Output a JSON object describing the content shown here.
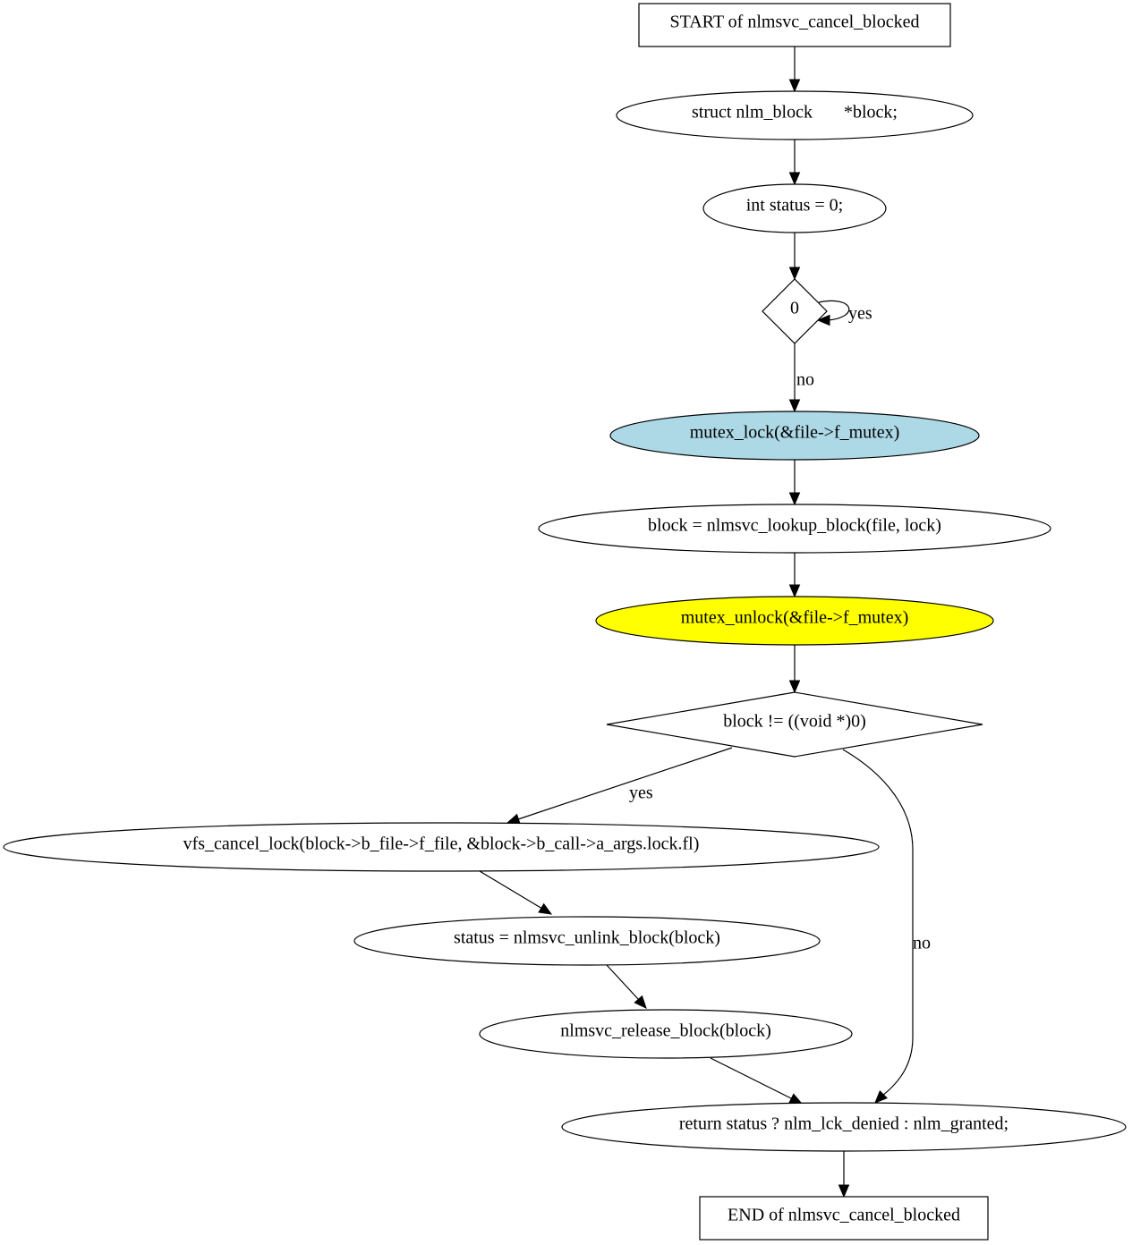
{
  "colors": {
    "stroke": "#000000",
    "default_fill": "#ffffff",
    "lock_fill": "#add8e6",
    "unlock_fill": "#ffff00"
  },
  "nodes": {
    "start": {
      "label": "START of nlmsvc_cancel_blocked",
      "shape": "box"
    },
    "decl_block": {
      "label": "struct nlm_block       *block;",
      "shape": "ellipse"
    },
    "decl_status": {
      "label": "int status = 0;",
      "shape": "ellipse"
    },
    "loop_cond": {
      "label": "0",
      "shape": "diamond"
    },
    "mutex_lock": {
      "label": "mutex_lock(&file->f_mutex)",
      "shape": "ellipse",
      "fill": "lock_fill"
    },
    "lookup": {
      "label": "block = nlmsvc_lookup_block(file, lock)",
      "shape": "ellipse"
    },
    "mutex_unlock": {
      "label": "mutex_unlock(&file->f_mutex)",
      "shape": "ellipse",
      "fill": "unlock_fill"
    },
    "block_check": {
      "label": "block != ((void *)0)",
      "shape": "diamond"
    },
    "cancel_lock": {
      "label": "vfs_cancel_lock(block->b_file->f_file, &block->b_call->a_args.lock.fl)",
      "shape": "ellipse"
    },
    "unlink": {
      "label": "status = nlmsvc_unlink_block(block)",
      "shape": "ellipse"
    },
    "release": {
      "label": "nlmsvc_release_block(block)",
      "shape": "ellipse"
    },
    "return_stmt": {
      "label": "return status ? nlm_lck_denied : nlm_granted;",
      "shape": "ellipse"
    },
    "end": {
      "label": "END of nlmsvc_cancel_blocked",
      "shape": "box"
    }
  },
  "edges": [
    {
      "from": "start",
      "to": "decl_block",
      "label": ""
    },
    {
      "from": "decl_block",
      "to": "decl_status",
      "label": ""
    },
    {
      "from": "decl_status",
      "to": "loop_cond",
      "label": ""
    },
    {
      "from": "loop_cond",
      "to": "loop_cond",
      "label": "yes"
    },
    {
      "from": "loop_cond",
      "to": "mutex_lock",
      "label": "no"
    },
    {
      "from": "mutex_lock",
      "to": "lookup",
      "label": ""
    },
    {
      "from": "lookup",
      "to": "mutex_unlock",
      "label": ""
    },
    {
      "from": "mutex_unlock",
      "to": "block_check",
      "label": ""
    },
    {
      "from": "block_check",
      "to": "cancel_lock",
      "label": "yes"
    },
    {
      "from": "block_check",
      "to": "return_stmt",
      "label": "no"
    },
    {
      "from": "cancel_lock",
      "to": "unlink",
      "label": ""
    },
    {
      "from": "unlink",
      "to": "release",
      "label": ""
    },
    {
      "from": "release",
      "to": "return_stmt",
      "label": ""
    },
    {
      "from": "return_stmt",
      "to": "end",
      "label": ""
    }
  ]
}
